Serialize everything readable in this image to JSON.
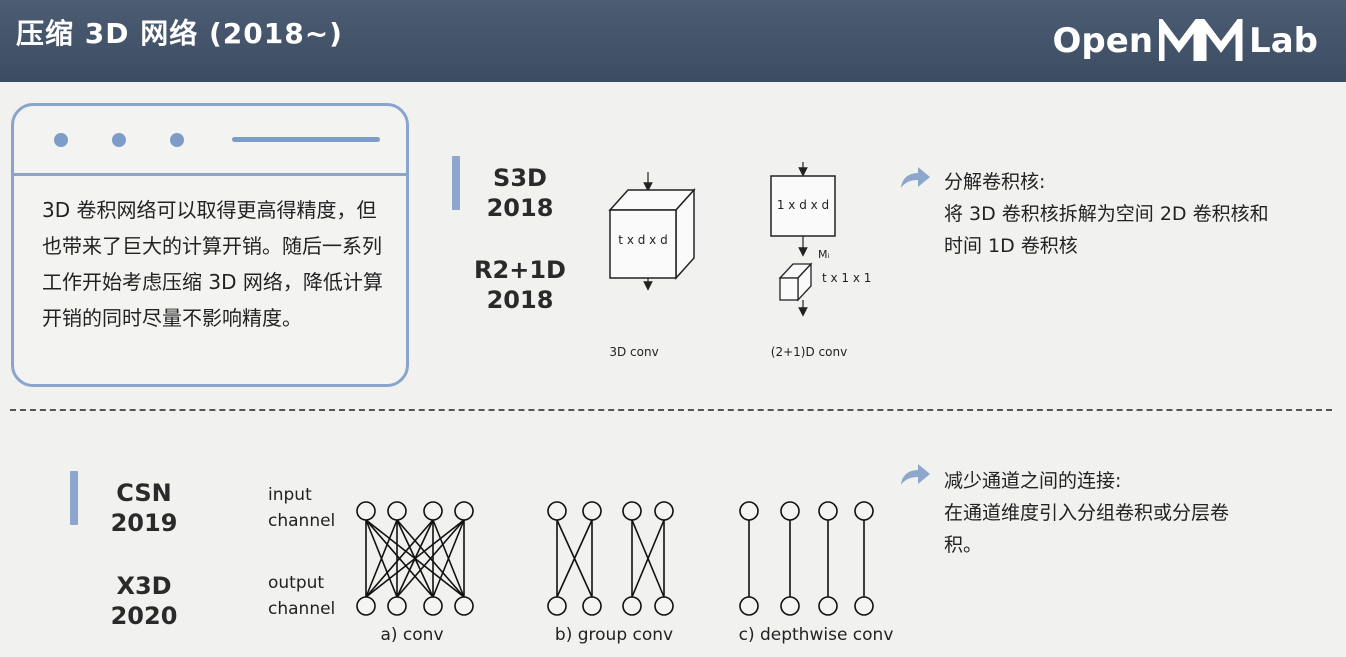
{
  "header": {
    "title": "压缩 3D 网络 (2018~)",
    "logo_left": "Open",
    "logo_right": "Lab"
  },
  "card": {
    "text": "3D 卷积网络可以取得更高得精度，但也带来了巨大的计算开销。随后一系列工作开始考虑压缩 3D 网络，降低计算开销的同时尽量不影响精度。"
  },
  "top_section": {
    "models": [
      {
        "name": "S3D",
        "year": "2018"
      },
      {
        "name": "R2+1D",
        "year": "2018"
      }
    ],
    "conv3d_cube_label": "t x d x d",
    "conv3d_caption": "3D conv",
    "spatial_box_label": "1 x d x d",
    "mi_label": "Mᵢ",
    "temporal_label": "t x 1 x 1",
    "conv21d_caption": "(2+1)D conv",
    "desc_title": "分解卷积核:",
    "desc_body": "将 3D 卷积核拆解为空间 2D 卷积核和时间 1D 卷积核"
  },
  "bottom_section": {
    "models": [
      {
        "name": "CSN",
        "year": "2019"
      },
      {
        "name": "X3D",
        "year": "2020"
      }
    ],
    "input_label_1": "input",
    "input_label_2": "channel",
    "output_label_1": "output",
    "output_label_2": "channel",
    "captions": [
      "a) conv",
      "b) group conv",
      "c) depthwise conv"
    ],
    "desc_title": "减少通道之间的连接:",
    "desc_body": "在通道维度引入分组卷积或分层卷积。"
  },
  "colors": {
    "header_bg": "#435369",
    "accent": "#8ea6cc",
    "logo_accent": "#ffffff"
  }
}
